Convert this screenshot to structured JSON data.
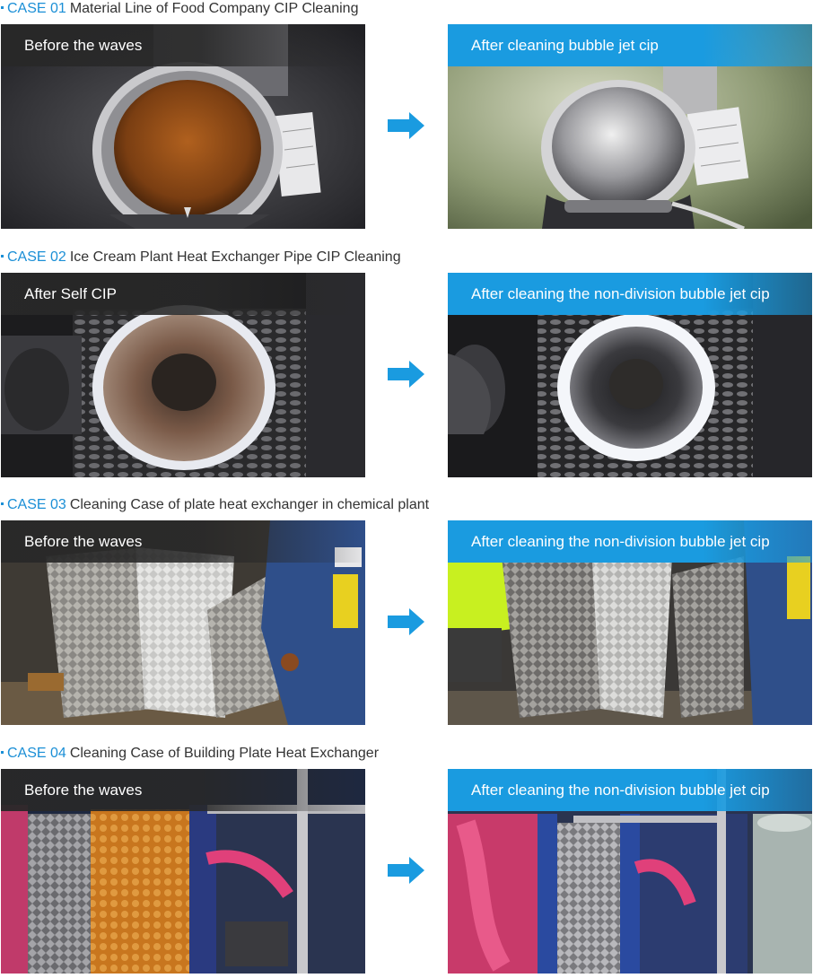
{
  "cases": [
    {
      "number": "CASE 01",
      "title": "Material Line of Food Company CIP Cleaning",
      "before_label": "Before the waves",
      "after_label": "After cleaning bubble jet cip"
    },
    {
      "number": "CASE 02",
      "title": "Ice Cream Plant Heat Exchanger Pipe CIP Cleaning",
      "before_label": "After Self CIP",
      "after_label": "After cleaning the non-division bubble jet cip"
    },
    {
      "number": "CASE 03",
      "title": "Cleaning Case of plate heat exchanger in chemical plant",
      "before_label": "Before the waves",
      "after_label": "After cleaning the non-division bubble jet cip"
    },
    {
      "number": "CASE 04",
      "title": "Cleaning Case of Building Plate Heat Exchanger",
      "before_label": "Before the waves",
      "after_label": "After cleaning the non-division bubble jet cip"
    }
  ],
  "colors": {
    "accent": "#1b8fd6",
    "label_blue": "#1a9be0",
    "label_dark": "#282828",
    "arrow": "#1a9be0"
  },
  "icons": {
    "arrow": "right-arrow-icon",
    "bullet": "bullet-icon"
  }
}
